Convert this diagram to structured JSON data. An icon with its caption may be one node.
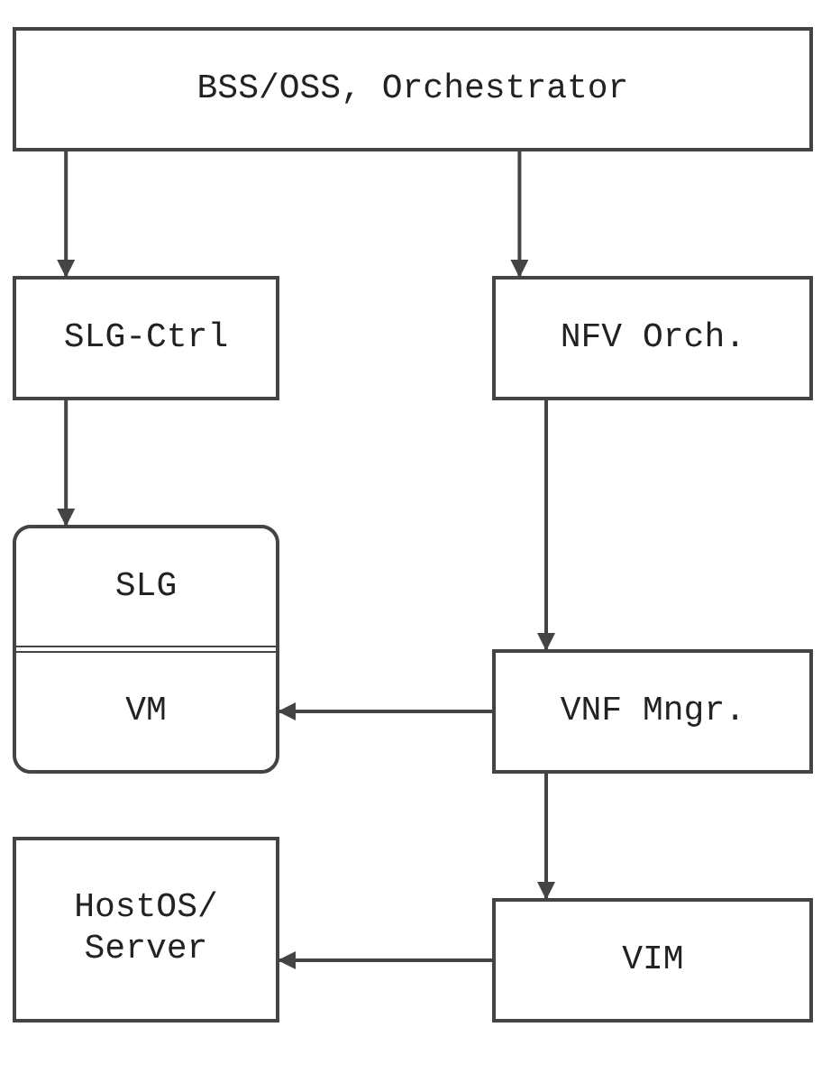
{
  "diagram": {
    "nodes": [
      {
        "text": [
          "BSS/OSS, Orchestrator"
        ]
      },
      {
        "text": [
          "SLG-Ctrl"
        ]
      },
      {
        "text": [
          "NFV Orch."
        ]
      },
      {
        "text": [
          "SLG",
          "VM"
        ]
      },
      {
        "text": [
          "VNF Mngr."
        ]
      },
      {
        "text": [
          "HostOS/ Server"
        ]
      },
      {
        "text": [
          "VIM"
        ]
      }
    ],
    "edges": [
      {
        "from": 0,
        "to": 1,
        "arrow": "to"
      },
      {
        "from": 0,
        "to": 2,
        "arrow": "to"
      },
      {
        "from": 1,
        "to": 3,
        "arrow": "to"
      },
      {
        "from": 2,
        "to": 4,
        "arrow": "to"
      },
      {
        "from": 4,
        "to": 3,
        "arrow": "to"
      },
      {
        "from": 4,
        "to": 6,
        "arrow": "to"
      },
      {
        "from": 6,
        "to": 5,
        "arrow": "to"
      }
    ]
  }
}
